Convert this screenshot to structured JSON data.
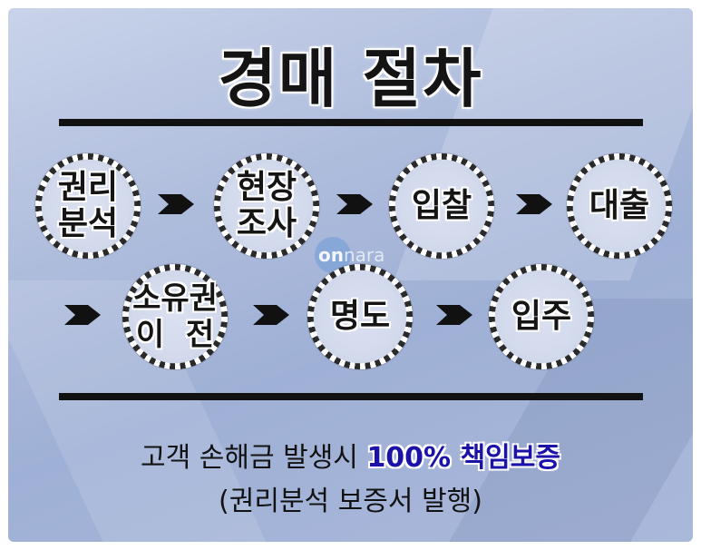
{
  "title": "경매 절차",
  "steps": [
    {
      "line1": "권리",
      "line2": "분석"
    },
    {
      "line1": "현장",
      "line2": "조사"
    },
    {
      "line1": "입찰",
      "line2": ""
    },
    {
      "line1": "대출",
      "line2": ""
    },
    {
      "line1": "소유권",
      "line2": "이  전"
    },
    {
      "line1": "명도",
      "line2": ""
    },
    {
      "line1": "입주",
      "line2": ""
    }
  ],
  "watermark": {
    "part1": "on",
    "part2": "nara"
  },
  "footer": {
    "prefix": "고객 손해금 발생시 ",
    "highlight": "100% 책임보증",
    "note": "(권리분석 보증서 발행)"
  },
  "colors": {
    "highlight": "#1b12a8",
    "rule": "#111111"
  }
}
